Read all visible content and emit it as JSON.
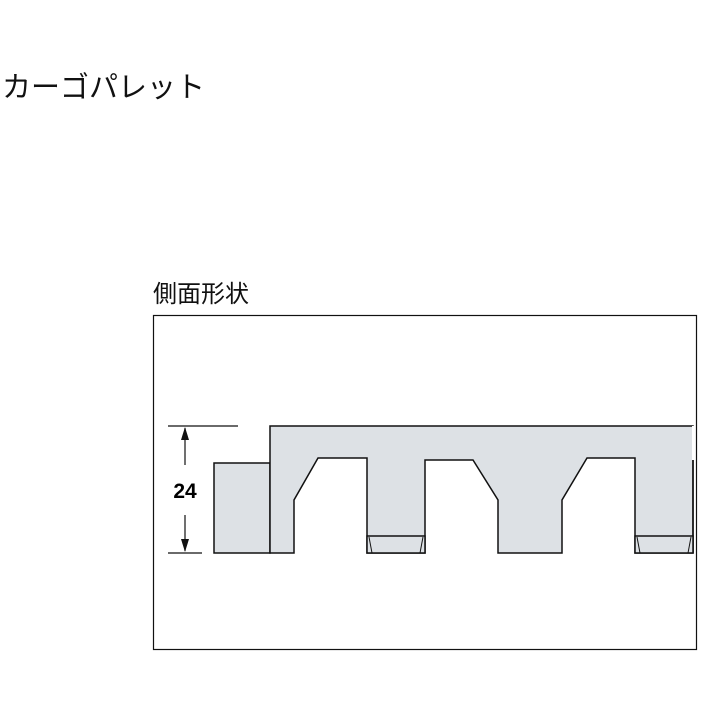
{
  "title": "カーゴパレット",
  "figure": {
    "caption": "側面形状",
    "dimension_label": "24",
    "fill_color": "#dde1e5",
    "line_color": "#111111"
  }
}
